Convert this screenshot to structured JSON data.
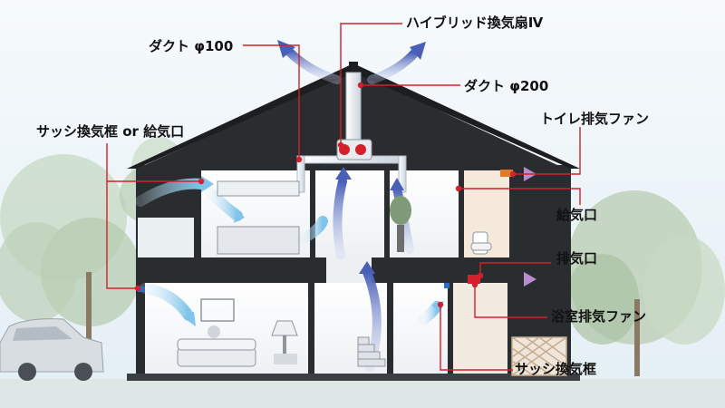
{
  "labels": {
    "hybrid_fan": "ハイブリッド換気扇Ⅳ",
    "duct_100": "ダクト φ100",
    "duct_200": "ダクト φ200",
    "sash_frame_or_supply": "サッシ換気框 or 給気口",
    "toilet_fan": "トイレ排気ファン",
    "supply_port": "給気口",
    "exhaust_port": "排気口",
    "bathroom_fan": "浴室排気ファン",
    "sash_frame": "サッシ換気框"
  },
  "colors": {
    "leader_line": "#d4202a",
    "supply_air_arrow": "#7fc4ea",
    "circulation_arrow": "#4a5fb8",
    "exhaust_arrow": "#c9a0d8",
    "roof": "#2a2d30",
    "sky": "#e8f1f7",
    "ground": "#8fa6a8"
  },
  "icons": [
    "fan-unit-icon",
    "sofa-icon",
    "table-lamp-icon",
    "kitchen-icon",
    "toilet-icon",
    "stairs-icon",
    "car-icon",
    "tree-icon"
  ]
}
